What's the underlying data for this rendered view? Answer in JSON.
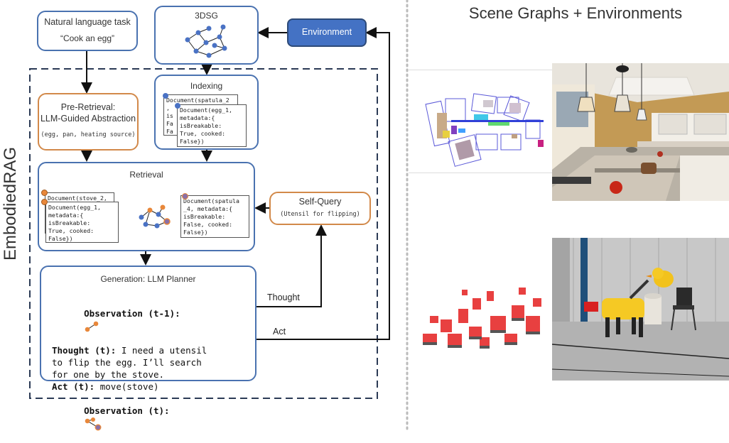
{
  "right": {
    "title": "Scene Graphs + Environments"
  },
  "left": {
    "embodiedrag_label": "EmbodiedRAG",
    "task": {
      "title": "Natural language task",
      "text": "“Cook an egg”"
    },
    "dsg": {
      "title": "3DSG"
    },
    "environment": {
      "label": "Environment",
      "fill": "#4472c4"
    },
    "indexing": {
      "title": "Indexing",
      "doc_back": "Document(spatula_2\n, \nis\nFa\nFa",
      "doc_front": "Document(egg_1,\nmetadata:{\nisBreakable:\nTrue, cooked:\nFalse})"
    },
    "preretrieval": {
      "title_line1": "Pre-Retrieval:",
      "title_line2": "LLM-Guided Abstraction",
      "text": "(egg, pan, heating source)"
    },
    "retrieval": {
      "title": "Retrieval",
      "doc_back": "Document(stove_2,\nme\nis\nFa\nFa",
      "doc_front": "Document(egg_1,\nmetadata:{\nisBreakable:\nTrue, cooked:\nFalse})",
      "doc_right": "Document(spatula\n_4, metadata:{\nisBreakable:\nFalse, cooked:\nFalse})"
    },
    "selfquery": {
      "title": "Self-Query",
      "text": "(Utensil for flipping)"
    },
    "generation": {
      "title": "Generation: LLM Planner",
      "obs_prev_label": "Observation (t-1):",
      "thought_label": "Thought (t):",
      "thought_text_1": " I need a utensil",
      "thought_text_2": "to flip the egg. I’ll search",
      "thought_text_3": "for one by the stove.",
      "act_label": "Act (t):",
      "act_text": " move(stove)",
      "obs_label": "Observation (t):"
    },
    "edge_thought": "Thought",
    "edge_act": "Act"
  },
  "colors": {
    "blue_border": "#4a72b0",
    "orange_border": "#d2894a",
    "dark_border": "#2d4a78"
  }
}
